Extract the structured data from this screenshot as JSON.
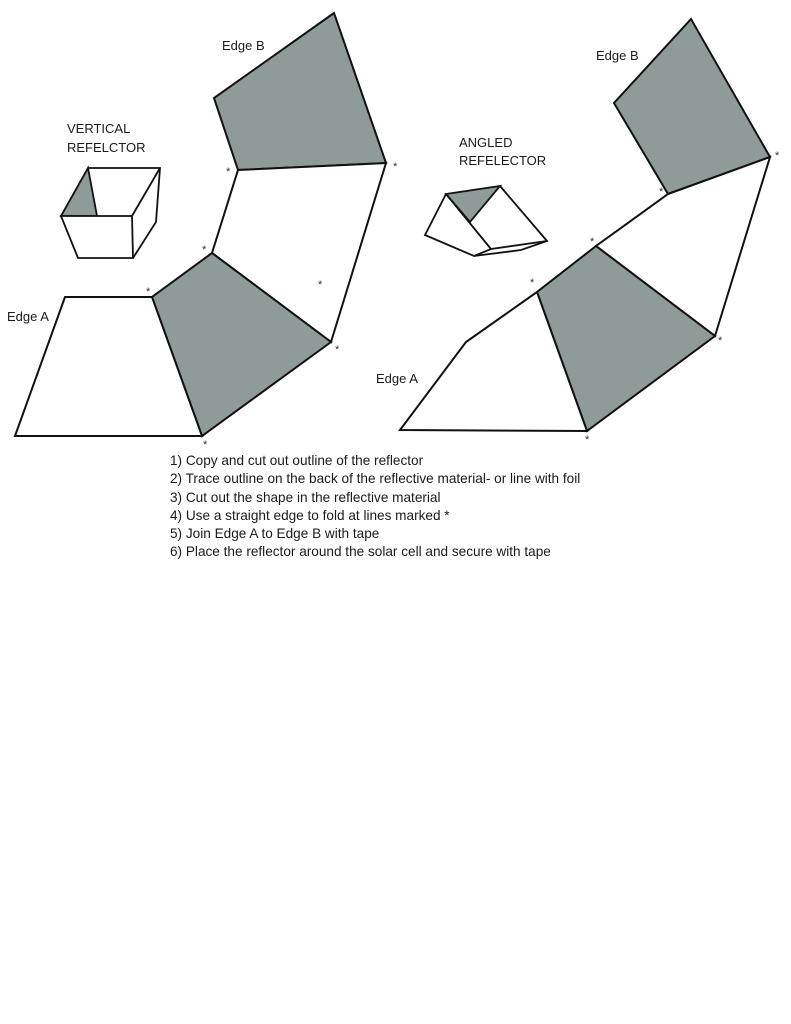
{
  "vertical": {
    "title_line1": "VERTICAL",
    "title_line2": "REFELCTOR",
    "edge_a": "Edge A",
    "edge_b": "Edge B"
  },
  "angled": {
    "title_line1": "ANGLED",
    "title_line2": "REFELECTOR",
    "edge_a": "Edge A",
    "edge_b": "Edge B"
  },
  "fold_mark": "*",
  "colors": {
    "panel_shade": "#8f9b98",
    "outline": "#111111"
  },
  "instructions": [
    "1) Copy and cut out outline of the reflector",
    "2) Trace outline on the back of the reflective material- or line with foil",
    "3) Cut out the shape in the reflective material",
    "4) Use a straight edge to fold at lines marked *",
    "5) Join Edge A to Edge B with tape",
    "6) Place the reflector around the solar cell and secure with tape"
  ]
}
